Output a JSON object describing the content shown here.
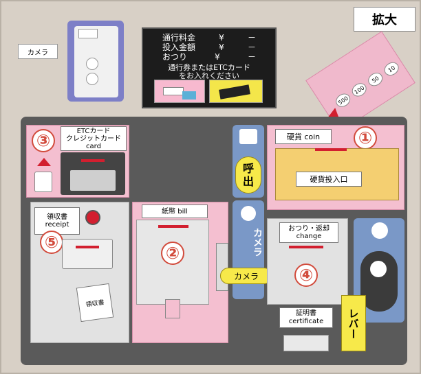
{
  "header": {
    "enlarge_label": "拡大"
  },
  "top": {
    "camera_label": "カメラ",
    "display": {
      "fee_label": "通行料金",
      "inserted_label": "投入金額",
      "change_label": "おつり",
      "currency": "¥",
      "dash": "－",
      "message_line1": "通行券またはETCカード",
      "message_line2": "をお入れください"
    }
  },
  "coin_guide": {
    "labels": [
      "500",
      "100",
      "50",
      "10"
    ]
  },
  "zones": {
    "card": {
      "number": "③",
      "label_line1": "ETCカード",
      "label_line2": "クレジットカード",
      "label_line3": "card"
    },
    "receipt": {
      "number": "⑤",
      "label_line1": "領収書",
      "label_line2": "receipt",
      "receipt_paper": "領収書"
    },
    "bill": {
      "number": "②",
      "label": "紙幣 bill",
      "camera_button": "カメラ"
    },
    "coin": {
      "number": "①",
      "label": "硬貨 coin",
      "inlet_label": "硬貨投入口"
    },
    "change": {
      "number": "④",
      "label_line1": "おつり・返却",
      "label_line2": "change"
    },
    "call": {
      "label_line1": "呼",
      "label_line2": "出"
    },
    "camera_col": {
      "label": "カメラ"
    },
    "lever": {
      "label": "レバー"
    },
    "certificate": {
      "label_line1": "証明書",
      "label_line2": "certificate"
    }
  },
  "colors": {
    "accent_pink": "#f4bfd0",
    "slot_red": "#d21f2f",
    "button_yellow": "#f7e94a",
    "column_blue": "#7a98c7"
  }
}
